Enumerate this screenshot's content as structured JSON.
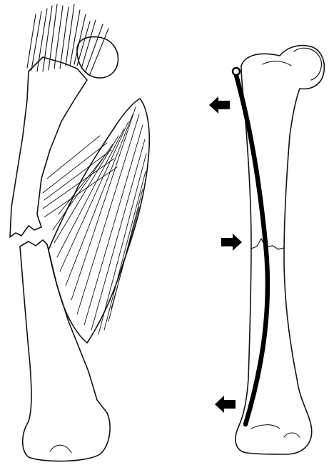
{
  "figure": {
    "panels": [
      {
        "id": "fractured-femur-with-muscle",
        "labels": []
      },
      {
        "id": "femur-with-intramedullary-nail",
        "labels": []
      }
    ],
    "arrows": [
      {
        "panel": "femur-with-intramedullary-nail",
        "direction": "left",
        "icon": "arrow-left-icon"
      },
      {
        "panel": "femur-with-intramedullary-nail",
        "direction": "right",
        "icon": "arrow-right-icon"
      },
      {
        "panel": "femur-with-intramedullary-nail",
        "direction": "left",
        "icon": "arrow-left-icon"
      }
    ],
    "colors": {
      "ink": "#111111",
      "background": "#ffffff",
      "nail": "#000000"
    }
  }
}
